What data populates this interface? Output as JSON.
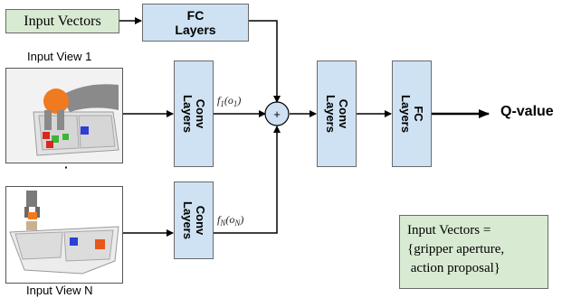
{
  "input_vectors_label": "Input Vectors",
  "fc_top": {
    "line1": "FC",
    "line2": "Layers"
  },
  "input_view_1_label": "Input View 1",
  "input_view_n_label": "Input View N",
  "ellipsis": "⋮",
  "conv_view1": {
    "line1": "Conv",
    "line2": "Layers"
  },
  "conv_viewN": {
    "line1": "Conv",
    "line2": "Layers"
  },
  "f1": {
    "fn": "f",
    "sub": "1",
    "arg": "(o",
    "argsub": "1",
    "close": ")"
  },
  "fN": {
    "fn": "f",
    "sub": "N",
    "arg": "(o",
    "argsub": "N",
    "close": ")"
  },
  "sum_symbol": "+",
  "conv_mid": {
    "line1": "Conv",
    "line2": "Layers"
  },
  "fc_mid": {
    "line1": "FC",
    "line2": "Layers"
  },
  "output_label": "Q-value",
  "note": {
    "line1": "Input Vectors =",
    "line2": "{gripper aperture,",
    "line3": " action proposal}"
  },
  "colors": {
    "layer_fill": "#cfe2f3",
    "input_fill": "#d9ead3",
    "arrow": "#000000",
    "gripper_orange": "#f07a20",
    "arm_gray": "#8a8a8a"
  }
}
